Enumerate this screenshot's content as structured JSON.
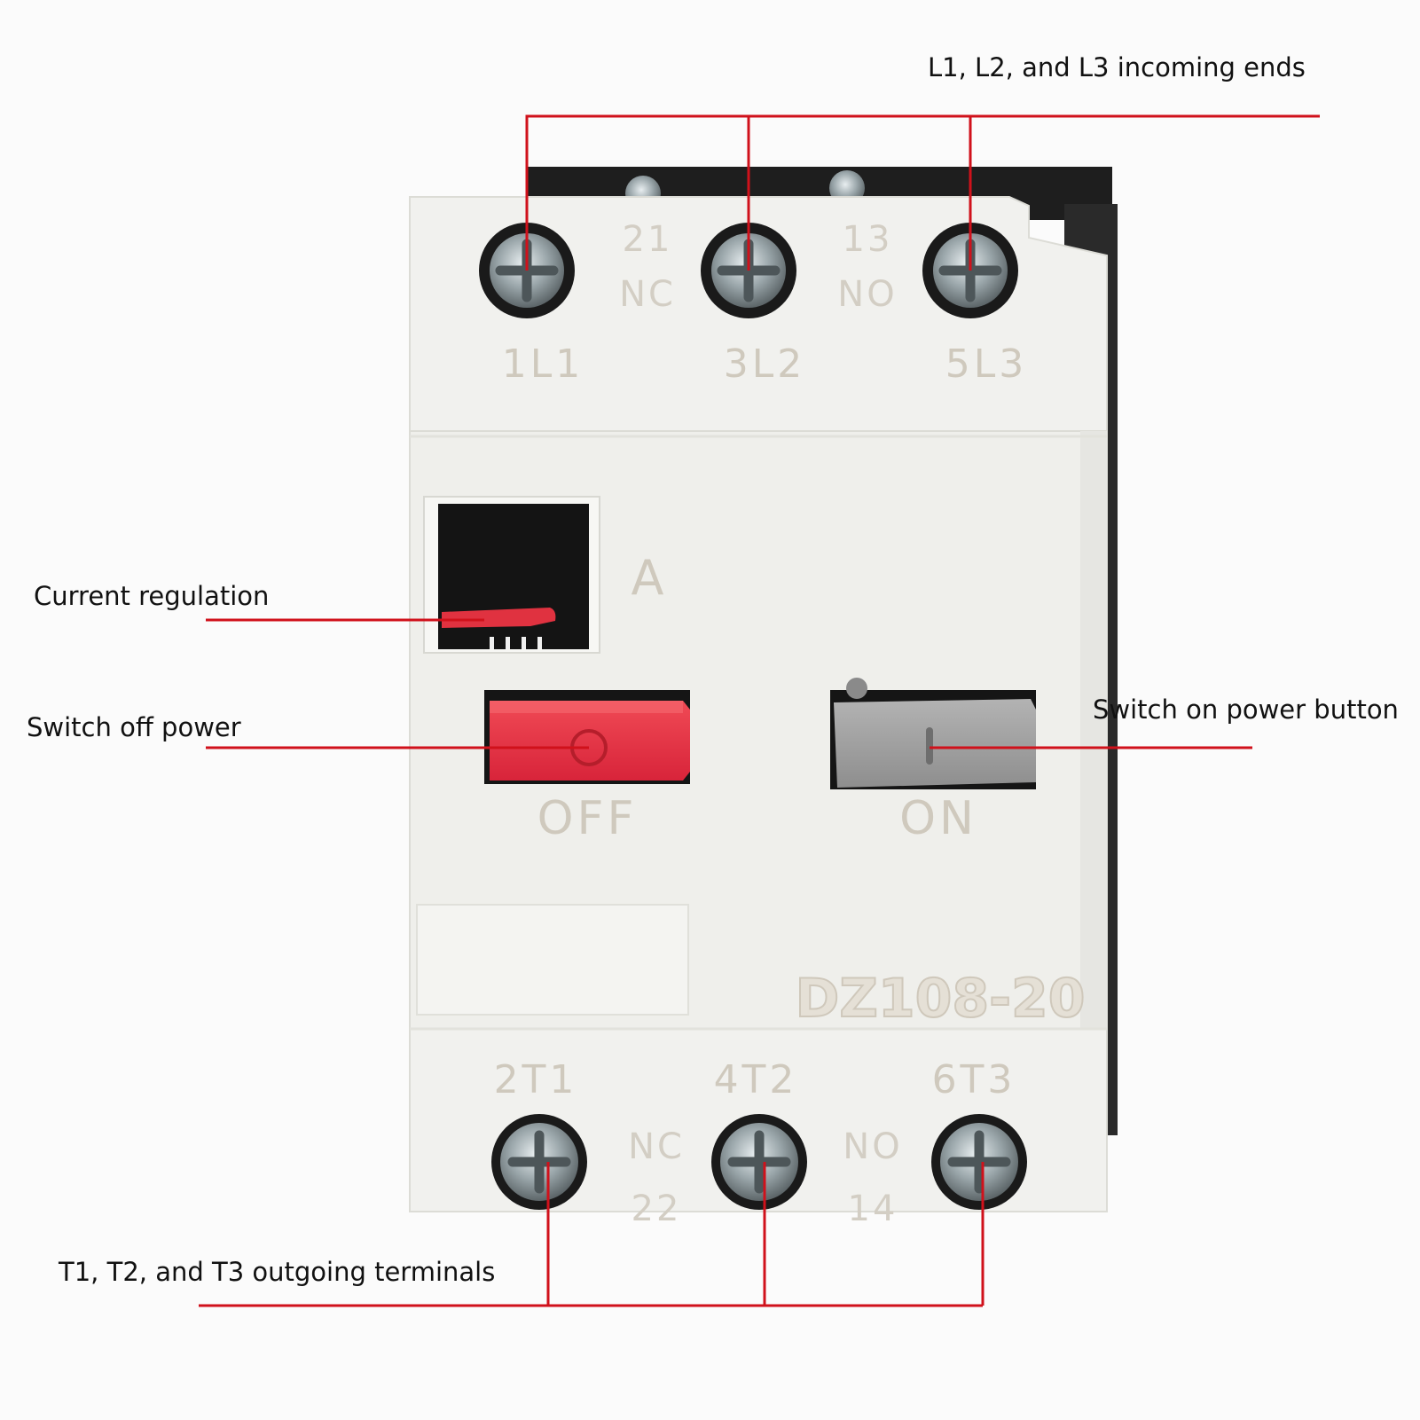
{
  "callouts": {
    "incoming": "L1, L2, and L3 incoming ends",
    "current_regulation": "Current regulation",
    "switch_off": "Switch off power",
    "switch_on": "Switch on power button",
    "outgoing": "T1, T2, and T3 outgoing terminals"
  },
  "device": {
    "model": "DZ108-20",
    "dial_unit": "A",
    "top_terminals": [
      "1L1",
      "3L2",
      "5L3"
    ],
    "top_aux": [
      {
        "number": "21",
        "type": "NC"
      },
      {
        "number": "13",
        "type": "NO"
      }
    ],
    "bottom_terminals": [
      "2T1",
      "4T2",
      "6T3"
    ],
    "bottom_aux": [
      {
        "type": "NC",
        "number": "22"
      },
      {
        "type": "NO",
        "number": "14"
      }
    ],
    "off_button": {
      "label": "OFF",
      "symbol": "O",
      "color": "#e0333f"
    },
    "on_button": {
      "label": "ON",
      "symbol": "I",
      "color": "#9c9c9c"
    }
  },
  "colors": {
    "leader_line": "#d0111b",
    "housing": "#f1f1ee"
  }
}
